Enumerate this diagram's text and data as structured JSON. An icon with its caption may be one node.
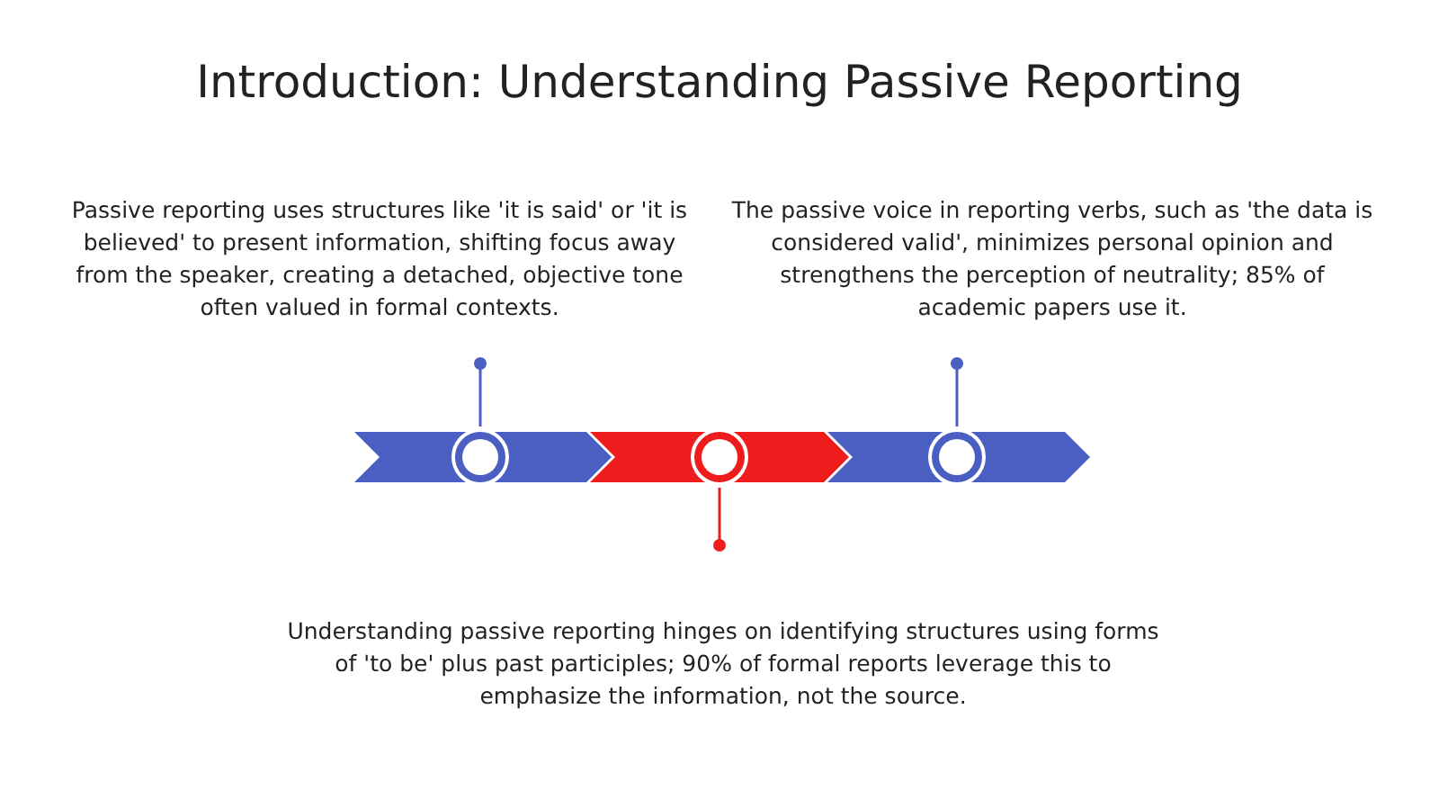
{
  "diagram": {
    "title": "Introduction: Understanding Passive Reporting",
    "nodes": [
      {
        "text": [
          "Passive reporting uses structures like 'it is said' or 'it is believed' to present information, shifting focus away from the speaker, creating a detached, objective tone often valued in formal contexts."
        ]
      },
      {
        "text": [
          "The passive voice in reporting verbs, such as 'the data is considered valid', minimizes personal opinion and strengthens the perception of neutrality; 85% of academic papers use it."
        ]
      },
      {
        "text": [
          "Understanding passive reporting hinges on identifying structures using forms of 'to be' plus past participles; 90% of formal reports leverage this to emphasize the information, not the source."
        ]
      },
      {
        "text": [],
        "shape": "circle"
      },
      {
        "text": [],
        "shape": "circle"
      },
      {
        "text": [],
        "shape": "circle"
      }
    ],
    "edges": [
      {
        "from": 3,
        "to": 0,
        "arrow": "other"
      },
      {
        "from": 4,
        "to": 2,
        "arrow": "other",
        "color": "#ee1c1c"
      },
      {
        "from": 5,
        "to": 1,
        "arrow": "other"
      }
    ]
  }
}
